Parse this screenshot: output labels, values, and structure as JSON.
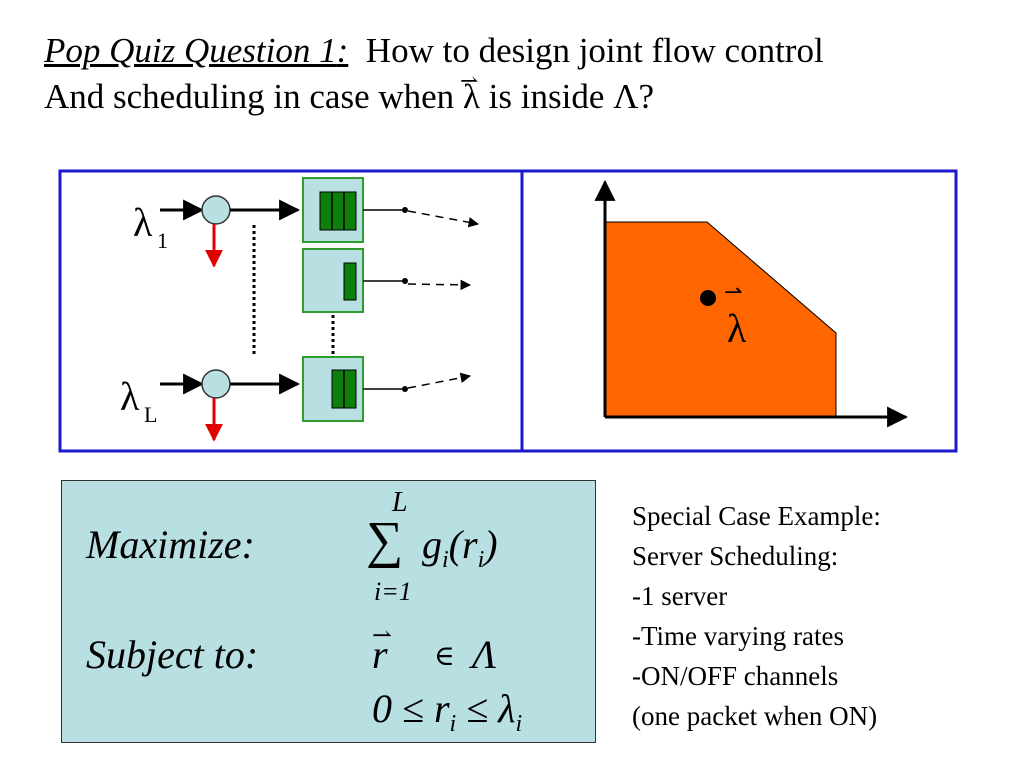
{
  "title": {
    "question_label": "Pop Quiz Question 1",
    "colon": ":",
    "line1_rest": "How to design joint flow control",
    "line2_before": "And scheduling in case when ",
    "lambda_symbol": "λ",
    "vector_arrow": "⇀",
    "line2_after": " is inside Λ?"
  },
  "diagram": {
    "input_top_label": "λ",
    "input_top_sub": "1",
    "input_bottom_label": "λ",
    "input_bottom_sub": "L",
    "region_point_label": "λ",
    "colors": {
      "frame": "#1a1acc",
      "queue_box": "#b8dfe2",
      "queue_border": "#2f9c2f",
      "packet": "#0d7f0d",
      "drop_arrow": "#e00000",
      "region_fill": "#ff6600"
    }
  },
  "formula": {
    "maximize_label": "Maximize:",
    "sum_upper": "L",
    "sum_symbol": "∑",
    "sum_lower": "i=1",
    "objective": {
      "g": "g",
      "i1": "i",
      "open": "(",
      "r": "r",
      "i2": "i",
      "close": ")"
    },
    "subject_label": "Subject to:",
    "constraint1": {
      "r": "r",
      "arrow": "⇀",
      "in": "∈",
      "set": "Λ"
    },
    "constraint2": {
      "text": "0 ≤ r",
      "sub1": "i",
      "leq": " ≤ λ",
      "sub2": "i"
    }
  },
  "special_case": [
    "Special Case Example:",
    "Server Scheduling:",
    "-1 server",
    "-Time varying rates",
    "-ON/OFF channels",
    "(one packet when ON)"
  ]
}
